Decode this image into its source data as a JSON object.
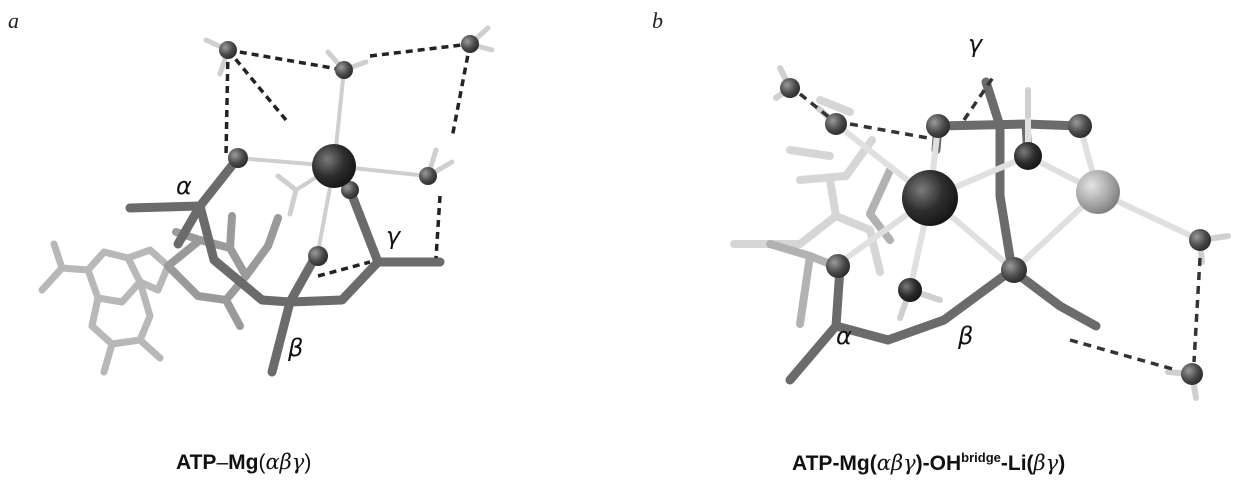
{
  "panel_a": {
    "letter": "a",
    "caption_prefix": "ATP",
    "caption_dash": "–",
    "caption_metal": "Mg",
    "caption_open": "(",
    "caption_greek": "αβγ",
    "caption_close": ")",
    "labels": {
      "alpha": "α",
      "beta": "β",
      "gamma": "γ"
    }
  },
  "panel_b": {
    "letter": "b",
    "caption_prefix": "ATP-Mg",
    "caption_open1": "(",
    "caption_greek1": "αβγ",
    "caption_mid": ")-OH",
    "caption_sup": "bridge",
    "caption_li": "-Li",
    "caption_open2": "(",
    "caption_greek2": "βγ",
    "caption_close2": ")",
    "labels": {
      "alpha": "α",
      "beta": "β",
      "gamma": "γ"
    }
  },
  "colors": {
    "bond_dark": "#6b6b6b",
    "bond_light": "#bdbdbd",
    "atom": "#4a4a4a",
    "metal_mg": "#333333",
    "metal_li": "#a9a9a9",
    "hbond": "#222222"
  }
}
